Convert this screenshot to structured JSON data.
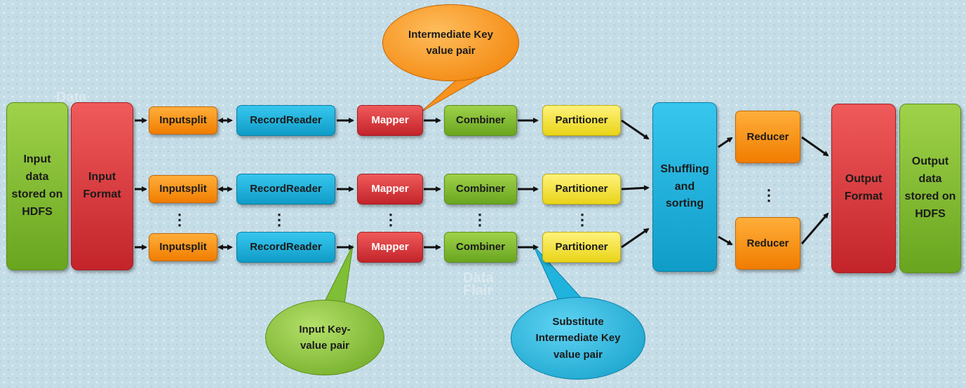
{
  "colors": {
    "background": "#c5dde7",
    "input_storage": "#7ebf35",
    "format": "#d8323a",
    "inputsplit": "#f7931e",
    "recordreader": "#1fb3de",
    "mapper": "#d8323a",
    "combiner": "#7ebf35",
    "partitioner": "#f4e43a",
    "shuffle": "#1fb3de",
    "reducer": "#f7931e",
    "callout_intermediate": "#f7931e",
    "callout_input": "#7ebf35",
    "callout_substitute": "#1fb3de"
  },
  "left": {
    "input_data": "Input data stored on HDFS",
    "input_format": "Input Format"
  },
  "lanes": [
    {
      "inputsplit": "Inputsplit",
      "recordreader": "RecordReader",
      "mapper": "Mapper",
      "combiner": "Combiner",
      "partitioner": "Partitioner"
    },
    {
      "inputsplit": "Inputsplit",
      "recordreader": "RecordReader",
      "mapper": "Mapper",
      "combiner": "Combiner",
      "partitioner": "Partitioner"
    },
    {
      "inputsplit": "Inputsplit",
      "recordreader": "RecordReader",
      "mapper": "Mapper",
      "combiner": "Combiner",
      "partitioner": "Partitioner"
    }
  ],
  "shuffle": "Shuffling and sorting",
  "reducers": [
    "Reducer",
    "Reducer"
  ],
  "right": {
    "output_format": "Output Format",
    "output_data": "Output data stored on HDFS"
  },
  "callouts": {
    "intermediate": "Intermediate Key value pair",
    "input_kv": "Input Key-value pair",
    "substitute": "Substitute Intermediate Key value pair"
  },
  "watermark": [
    "Data",
    "Flair"
  ],
  "icons": {
    "arrow": "right-arrow-icon",
    "bidirectional": "left-right-arrow-icon",
    "ellipsis": "vertical-ellipsis-icon"
  }
}
